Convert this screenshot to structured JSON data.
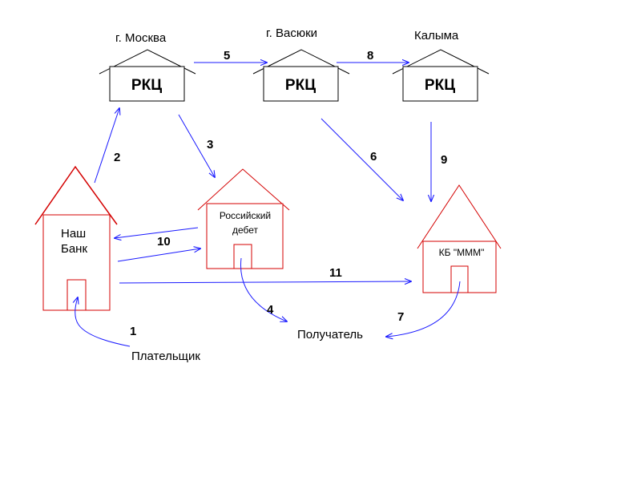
{
  "colors": {
    "blue": "#1a1aff",
    "red": "#d40000",
    "black": "#000000"
  },
  "places": {
    "moscow": "г. Москва",
    "vasyuki": "г. Васюки",
    "kalyma": "Калыма"
  },
  "rkc_label": "РКЦ",
  "our_bank": {
    "line1": "Наш",
    "line2": "Банк"
  },
  "russian_debet": {
    "line1": "Российский",
    "line2": "дебет"
  },
  "kb_mmm": "КБ \"МММ\"",
  "payer": "Плательщик",
  "recipient": "Получатель",
  "arrows": [
    "1",
    "2",
    "3",
    "4",
    "5",
    "6",
    "7",
    "8",
    "9",
    "10",
    "11"
  ]
}
